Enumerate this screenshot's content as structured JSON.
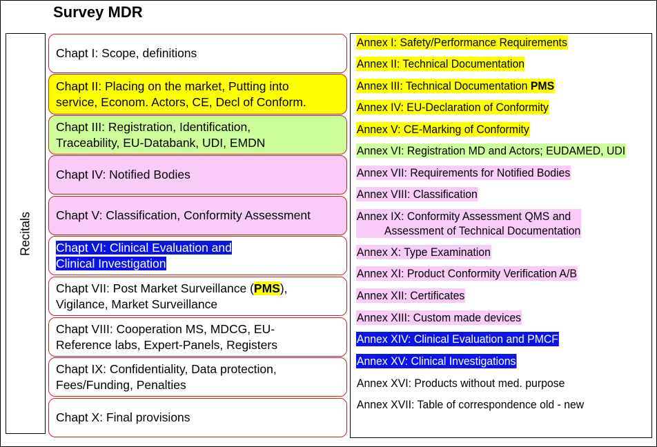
{
  "title": "Survey MDR",
  "recitals_label": "Recitals",
  "chapters": [
    {
      "lines": [
        "Chapt I: Scope, definitions"
      ],
      "highlight": "none"
    },
    {
      "lines": [
        "Chapt II: Placing on the market, Putting into",
        "service, Econom. Actors, CE, Decl of Conform."
      ],
      "highlight": "yellow"
    },
    {
      "lines": [
        "Chapt III: Registration, Identification,",
        "Traceability, EU-Databank, UDI, EMDN"
      ],
      "highlight": "green"
    },
    {
      "lines": [
        "Chapt IV: Notified Bodies"
      ],
      "highlight": "pink"
    },
    {
      "lines": [
        "Chapt V: Classification, Conformity Assessment"
      ],
      "highlight": "pink"
    },
    {
      "lines": [
        "Chapt VI: Clinical Evaluation and",
        "Clinical Investigation"
      ],
      "highlight": "blue-text"
    },
    {
      "lines": [
        "Chapt VII: Post Market Surveillance (",
        "PMS",
        "),",
        "Vigilance, Market Surveillance"
      ],
      "highlight": "none"
    },
    {
      "lines": [
        "Chapt VIII: Cooperation MS, MDCG, EU-",
        "Reference labs, Expert-Panels, Registers"
      ],
      "highlight": "none"
    },
    {
      "lines": [
        "Chapt IX: Confidentiality, Data protection,",
        "Fees/Funding, Penalties"
      ],
      "highlight": "none"
    },
    {
      "lines": [
        "Chapt X: Final provisions"
      ],
      "highlight": "none"
    }
  ],
  "annexes": [
    {
      "text": "Annex I: Safety/Performance Requirements",
      "highlight": "yellow"
    },
    {
      "text": "Annex II: Technical Documentation",
      "highlight": "yellow"
    },
    {
      "text": "Annex III: Technical Documentation ",
      "bold_suffix": "PMS",
      "highlight": "yellow"
    },
    {
      "text": "Annex IV: EU-Declaration of Conformity",
      "highlight": "yellow"
    },
    {
      "text": "Annex V: CE-Marking of Conformity",
      "highlight": "yellow"
    },
    {
      "text": "Annex VI: Registration MD and Actors; EUDAMED, UDI",
      "highlight": "green"
    },
    {
      "text": "Annex VII: Requirements for Notified Bodies",
      "highlight": "pink"
    },
    {
      "text": "Annex VIII: Classification",
      "highlight": "pink"
    },
    {
      "text": "Annex IX: Conformity Assessment QMS and",
      "line2": "Assessment of Technical Documentation",
      "highlight": "pink"
    },
    {
      "text": "Annex X: Type Examination",
      "highlight": "pink"
    },
    {
      "text": "Annex XI: Product Conformity Verification A/B",
      "highlight": "pink"
    },
    {
      "text": "Annex XII: Certificates",
      "highlight": "pink"
    },
    {
      "text": "Annex XIII: Custom made devices",
      "highlight": "pink"
    },
    {
      "text": "Annex XIV: Clinical Evaluation and PMCF",
      "highlight": "blue"
    },
    {
      "text": "Annex XV: Clinical Investigations",
      "highlight": "blue"
    },
    {
      "text": "Annex XVI: Products without med. purpose",
      "highlight": "none"
    },
    {
      "text": "Annex XVII: Table of correspondence old - new",
      "highlight": "none"
    }
  ],
  "colors": {
    "yellow": "#ffff00",
    "green": "#ccff99",
    "pink": "#f9ccf8",
    "blue": "#0a14e6",
    "chapter_border": "#c8202a"
  }
}
